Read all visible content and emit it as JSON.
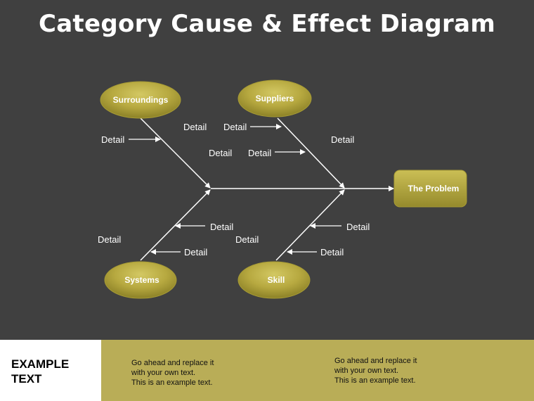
{
  "title": "Category Cause & Effect Diagram",
  "diagram": {
    "categories": {
      "surroundings": "Surroundings",
      "suppliers": "Suppliers",
      "systems": "Systems",
      "skill": "Skill"
    },
    "effect": "The Problem",
    "detail_label": "Detail"
  },
  "footer": {
    "heading": "EXAMPLE TEXT",
    "text_1": "Go ahead and replace it\nwith your own text.\nThis is an example text.",
    "text_2": "Go ahead and replace it\nwith your own text.\nThis is an example text."
  }
}
